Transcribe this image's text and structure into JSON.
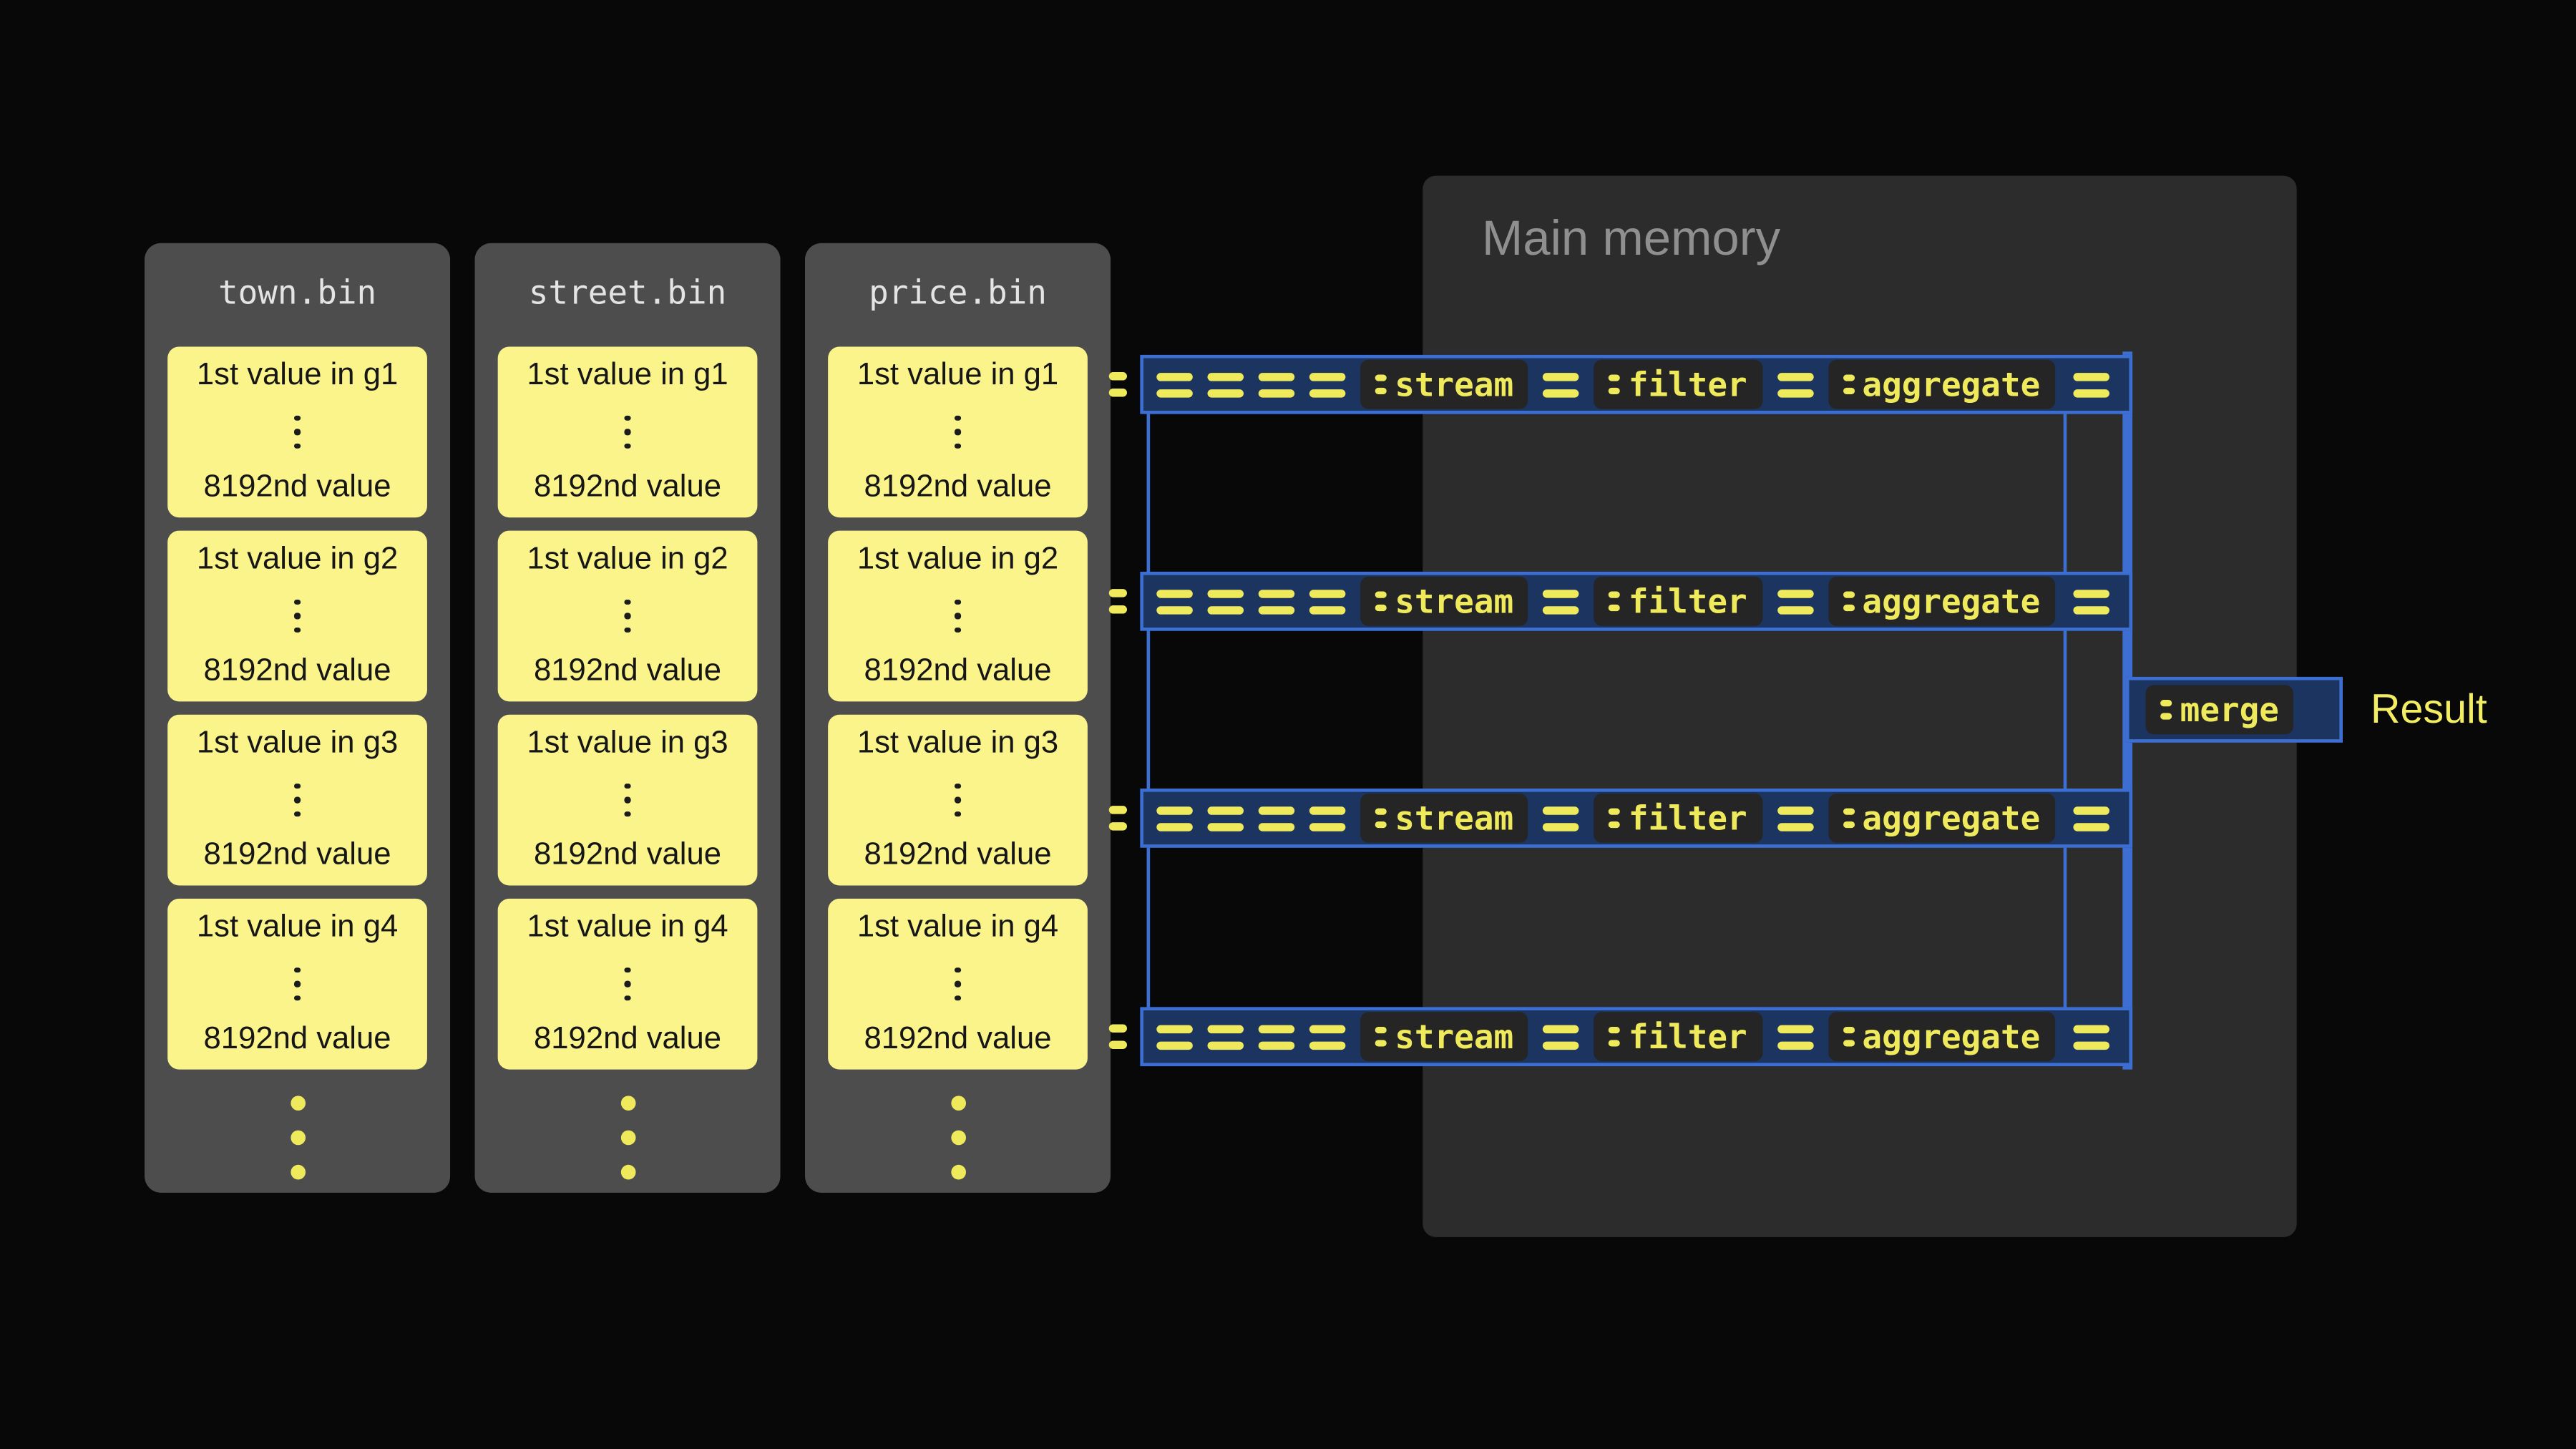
{
  "colors": {
    "background": "#080808",
    "file_panel": "#4d4d4d",
    "memory_panel": "#2c2c2c",
    "group_box": "#faf48b",
    "accent_yellow": "#efe95c",
    "pipeline_blue": "#3d6fd3",
    "pipeline_fill": "#1c3560"
  },
  "files": [
    {
      "title": "town.bin"
    },
    {
      "title": "street.bin"
    },
    {
      "title": "price.bin"
    }
  ],
  "groups": [
    {
      "first": "1st value in g1",
      "last": "8192nd value"
    },
    {
      "first": "1st value in g2",
      "last": "8192nd value"
    },
    {
      "first": "1st value in g3",
      "last": "8192nd value"
    },
    {
      "first": "1st value in g4",
      "last": "8192nd value"
    }
  ],
  "memory": {
    "title": "Main memory"
  },
  "pipeline": {
    "rows": 4,
    "stages": [
      "stream",
      "filter",
      "aggregate"
    ]
  },
  "merge": {
    "label": "merge"
  },
  "result": {
    "label": "Result"
  }
}
